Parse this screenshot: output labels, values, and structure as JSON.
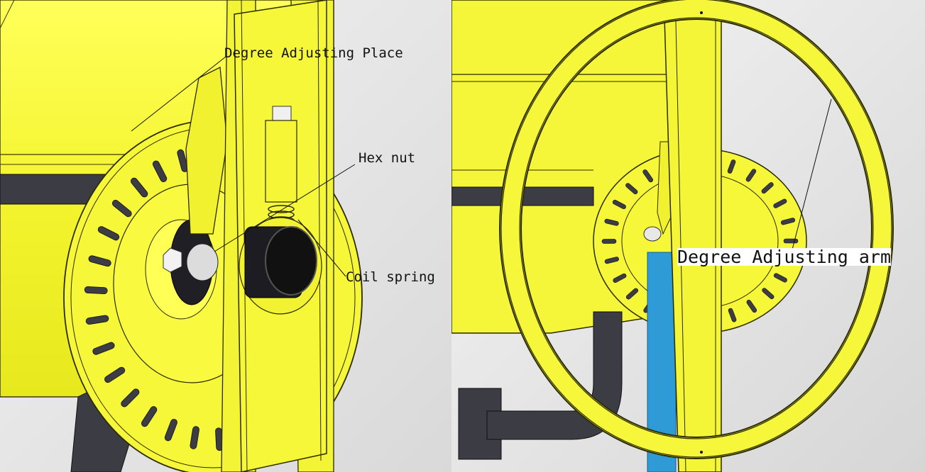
{
  "left_view": {
    "labels": {
      "degree_adjusting_place": "Degree Adjusting Place",
      "hex_nut": "Hex nut",
      "coil_spring": "Coil spring"
    }
  },
  "right_view": {
    "labels": {
      "degree_adjusting_arm": "Degree Adjusting arm"
    }
  },
  "colors": {
    "body_yellow": "#f5f53a",
    "outline": "#2b2b00",
    "dark_gray": "#3c3c44",
    "black": "#111111",
    "blue": "#2e9bd6",
    "bg_gray": "#e4e4e4"
  }
}
